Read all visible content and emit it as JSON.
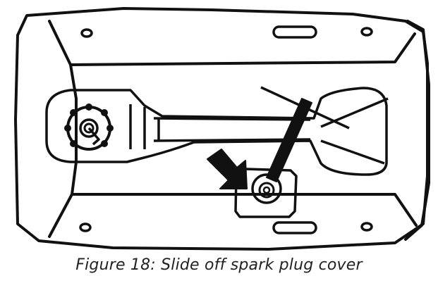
{
  "figure": {
    "caption": "Figure 18: Slide off spark plug cover"
  },
  "colors": {
    "line": "#111111",
    "background": "#ffffff",
    "caption": "#222222"
  },
  "parts": [
    {
      "name": "mower-deck-underside",
      "icon": "mower-deck-outline"
    },
    {
      "name": "blade-assembly",
      "icon": "blade-bar"
    },
    {
      "name": "spark-plug-cover",
      "icon": "cover-panel"
    },
    {
      "name": "spark-plug",
      "icon": "spark-plug-icon"
    },
    {
      "name": "direction-arrow",
      "icon": "arrow-icon"
    }
  ]
}
